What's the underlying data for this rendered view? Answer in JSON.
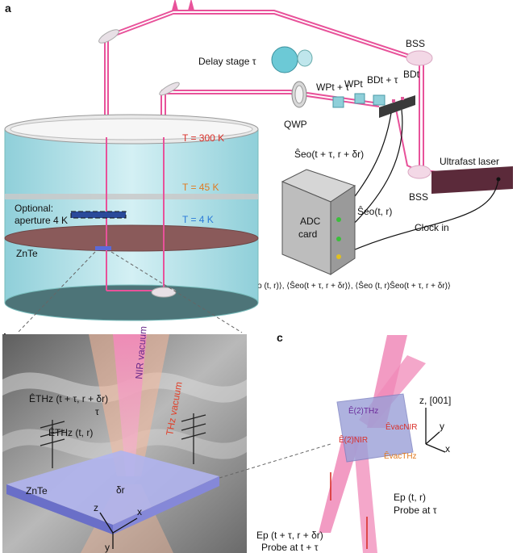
{
  "panels": {
    "a": "a",
    "b": "b",
    "c": "c"
  },
  "panel_a": {
    "delay_stage": "Delay stage τ",
    "qwp": "QWP",
    "wp_tau": "WPt + τ",
    "wp_t": "WPt",
    "bd_tau": "BDt + τ",
    "bd_t": "BDt",
    "bss_top": "BSS",
    "bss_bottom": "BSS",
    "t300": "T = 300 K",
    "t45": "T = 45 K",
    "t4": "T = 4 K",
    "optional_1": "Optional:",
    "optional_2": "aperture 4 K",
    "znte": "ZnTe",
    "s_eo_tau": "Ŝeo(t + τ, r + δr)",
    "s_eo_t": "Ŝeo(t, r)",
    "adc_1": "ADC",
    "adc_2": "card",
    "laser": "Ultrafast laser",
    "clock": "Clock in",
    "correlations": "⟨Ŝeo (t, r)⟩, ⟨Ŝeo(t + τ, r + δr)⟩, ⟨Ŝeo (t, r)Ŝeo(t + τ, r + δr)⟩"
  },
  "panel_b": {
    "e_thz_tau": "ÊTHz (t + τ, r + δr)",
    "tau": "τ",
    "e_thz_t": "ÊTHz (t, r)",
    "nir_vacuum": "NIR vacuum",
    "thz_vacuum": "THz vacuum",
    "znte": "ZnTe",
    "dr": "δr",
    "axis_z": "z",
    "axis_x": "x",
    "axis_y": "y"
  },
  "panel_c": {
    "e_thz2": "Ê(2)THz",
    "e_nir2": "Ê(2)NIR",
    "e_nir_vac": "ÊvacNIR",
    "e_thz_vac": "ÊvacTHz",
    "z_axis": "z, [001]",
    "y_axis": "y",
    "x_axis": "x",
    "ep_t": "Ep (t, r)",
    "probe_tau": "Probe at τ",
    "ep_tau": "Ep (t + τ, r + δr)",
    "probe_t_tau": "Probe at t + τ"
  },
  "colors": {
    "beam": "#e8529a",
    "cryostat": "#bfe6ec",
    "plate": "#8a5a5a",
    "znte_slab": "#9aa0e8",
    "thz_label": "#e0402a",
    "t300": "#d9302a",
    "t45": "#e07a20",
    "t4": "#2a7ad9"
  }
}
